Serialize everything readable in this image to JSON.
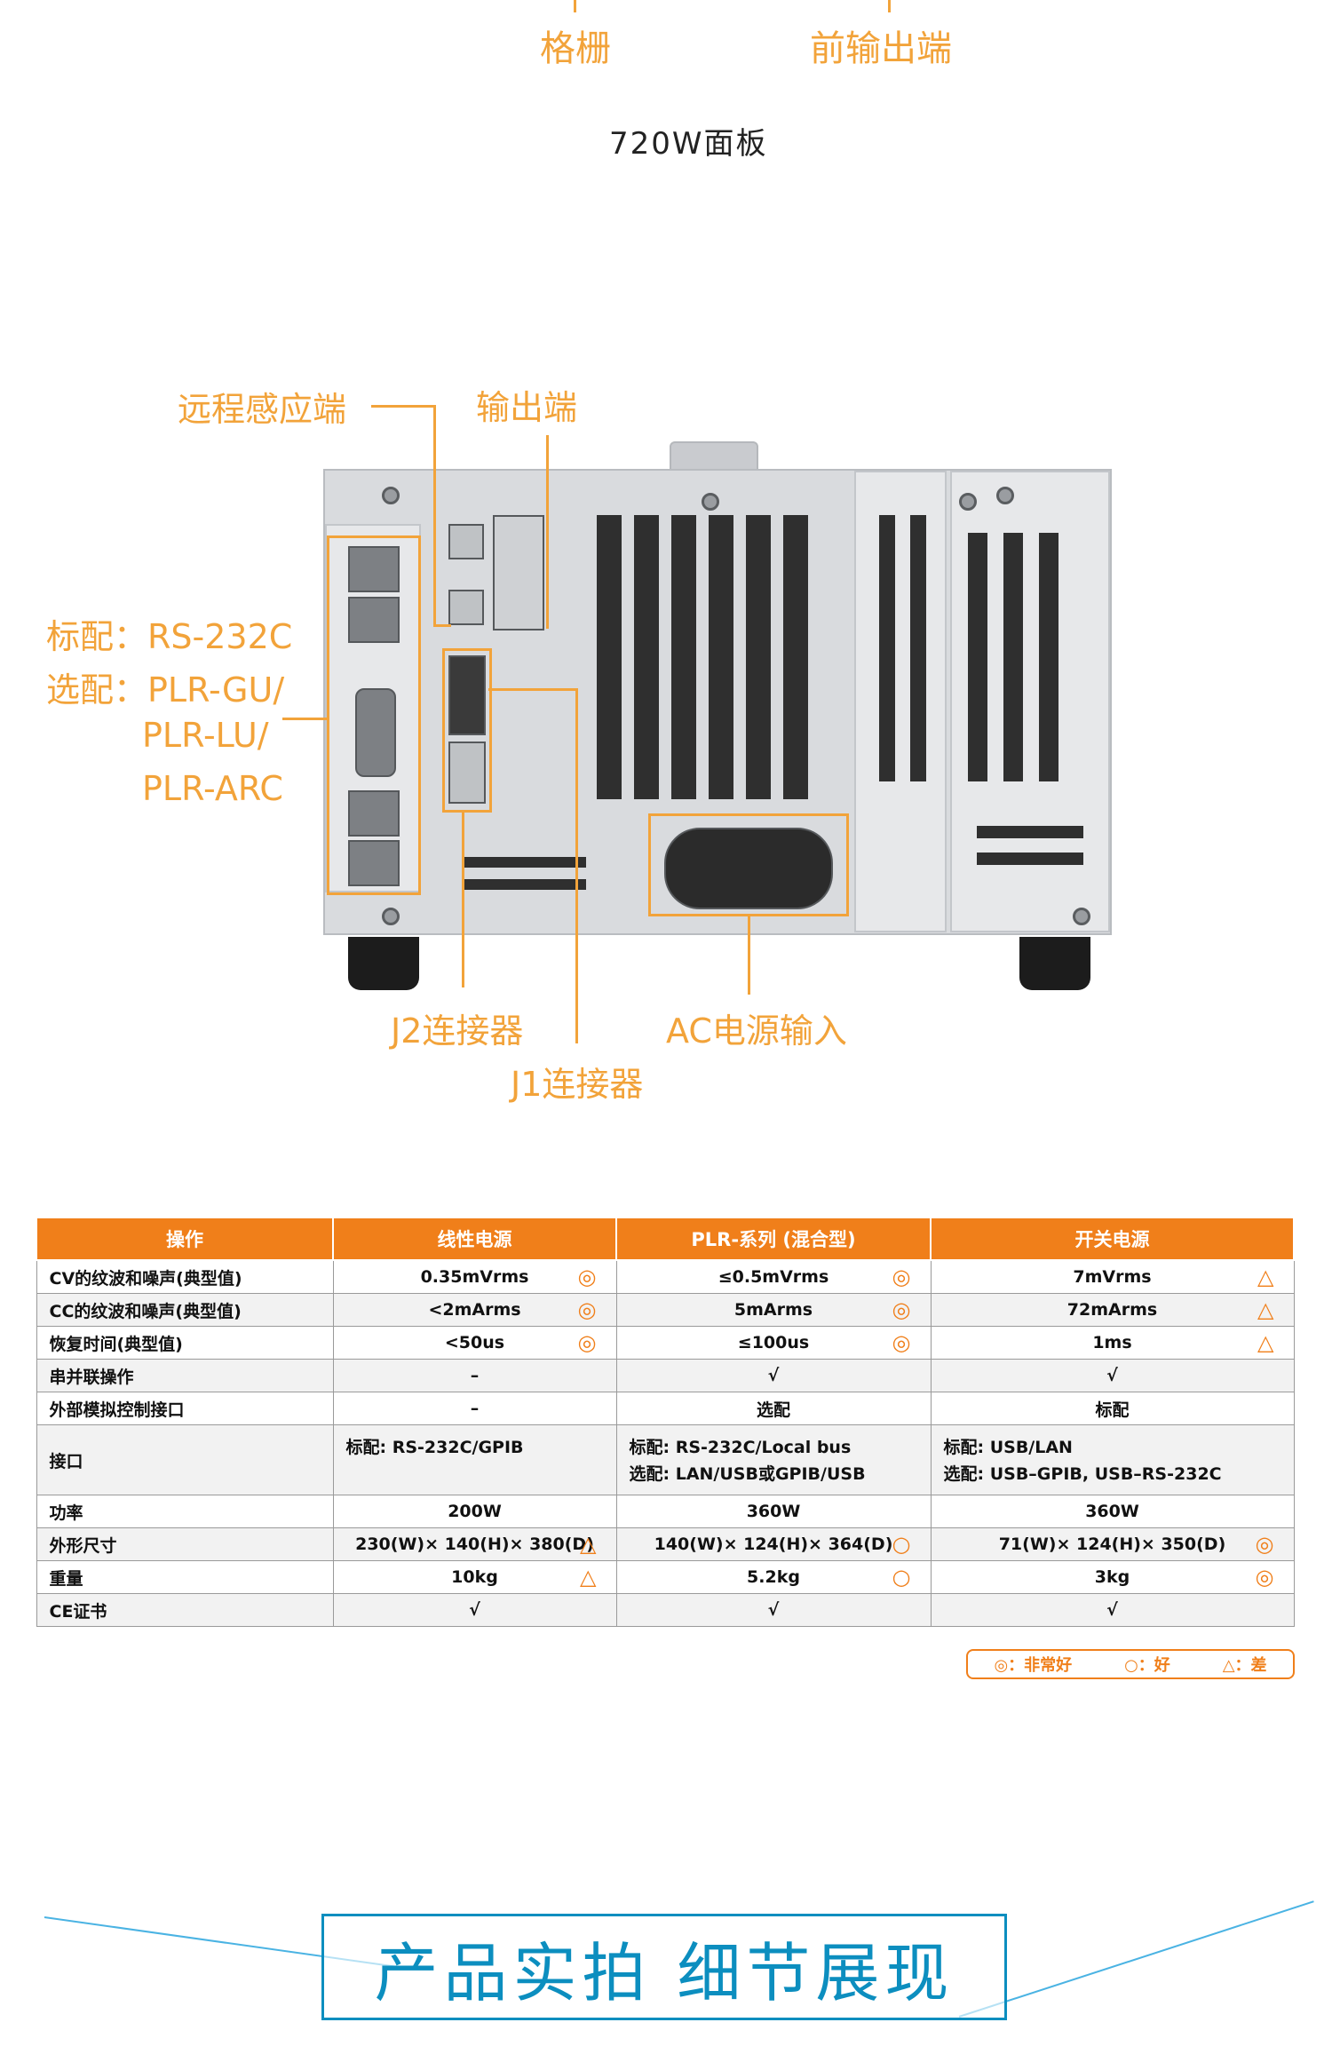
{
  "top_labels": {
    "grille": "格栅",
    "front_output": "前输出端"
  },
  "panel_caption": "720W面板",
  "callouts": {
    "remote_sense": "远程感应端",
    "output": "输出端",
    "standard_line": "标配：RS-232C",
    "optional_line1": "选配：PLR-GU/",
    "optional_line2": "PLR-LU/",
    "optional_line3": "PLR-ARC",
    "j2": "J2连接器",
    "j1": "J1连接器",
    "ac_input": "AC电源输入"
  },
  "table": {
    "headers": [
      "操作",
      "线性电源",
      "PLR-系列 (混合型)",
      "开关电源"
    ],
    "rows": [
      {
        "label": "CV的纹波和噪声(典型值)",
        "cells": [
          {
            "text": "0.35mVrms",
            "mark": "◎"
          },
          {
            "text": "≤0.5mVrms",
            "mark": "◎"
          },
          {
            "text": "7mVrms",
            "mark": "△"
          }
        ]
      },
      {
        "label": "CC的纹波和噪声(典型值)",
        "cells": [
          {
            "text": "<2mArms",
            "mark": "◎"
          },
          {
            "text": "5mArms",
            "mark": "◎"
          },
          {
            "text": "72mArms",
            "mark": "△"
          }
        ]
      },
      {
        "label": "恢复时间(典型值)",
        "cells": [
          {
            "text": "<50us",
            "mark": "◎"
          },
          {
            "text": "≤100us",
            "mark": "◎"
          },
          {
            "text": "1ms",
            "mark": "△"
          }
        ]
      },
      {
        "label": "串并联操作",
        "cells": [
          {
            "text": "–",
            "mark": ""
          },
          {
            "text": "√",
            "mark": ""
          },
          {
            "text": "√",
            "mark": ""
          }
        ]
      },
      {
        "label": "外部模拟控制接口",
        "cells": [
          {
            "text": "–",
            "mark": ""
          },
          {
            "text": "选配",
            "mark": ""
          },
          {
            "text": "标配",
            "mark": ""
          }
        ]
      },
      {
        "label": "接口",
        "cells": [
          {
            "text": "标配: RS-232C/GPIB",
            "text2": "",
            "mark": ""
          },
          {
            "text": "标配: RS-232C/Local bus",
            "text2": "选配: LAN/USB或GPIB/USB",
            "mark": ""
          },
          {
            "text": "标配: USB/LAN",
            "text2": "选配: USB–GPIB, USB–RS-232C",
            "mark": ""
          }
        ]
      },
      {
        "label": "功率",
        "cells": [
          {
            "text": "200W",
            "mark": ""
          },
          {
            "text": "360W",
            "mark": ""
          },
          {
            "text": "360W",
            "mark": ""
          }
        ]
      },
      {
        "label": "外形尺寸",
        "cells": [
          {
            "text": "230(W)× 140(H)× 380(D)",
            "mark": "△"
          },
          {
            "text": "140(W)× 124(H)× 364(D)",
            "mark": "○"
          },
          {
            "text": "71(W)× 124(H)× 350(D)",
            "mark": "◎"
          }
        ]
      },
      {
        "label": "重量",
        "cells": [
          {
            "text": "10kg",
            "mark": "△"
          },
          {
            "text": "5.2kg",
            "mark": "○"
          },
          {
            "text": "3kg",
            "mark": "◎"
          }
        ]
      },
      {
        "label": "CE证书",
        "cells": [
          {
            "text": "√",
            "mark": ""
          },
          {
            "text": "√",
            "mark": ""
          },
          {
            "text": "√",
            "mark": ""
          }
        ]
      }
    ]
  },
  "legend": {
    "very_good": "◎：非常好",
    "good": "○：好",
    "poor": "△：差"
  },
  "banner": {
    "title": "产品实拍  细节展现"
  },
  "colors": {
    "callout": "#f2a33a",
    "header": "#f07f1a",
    "banner": "#0c8ebf"
  }
}
